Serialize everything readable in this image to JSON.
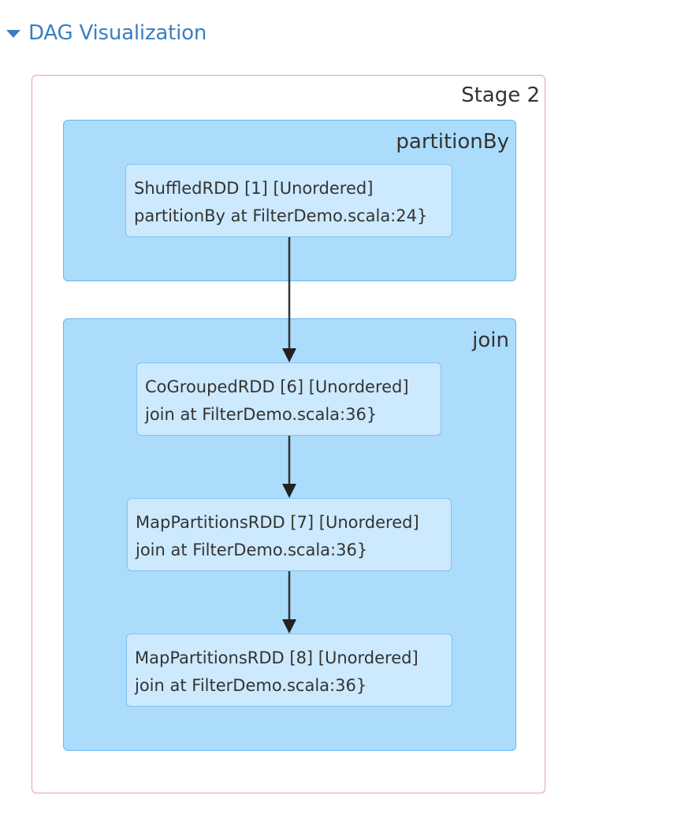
{
  "header": {
    "toggle_label": "DAG Visualization",
    "expanded": true
  },
  "stage": {
    "title": "Stage 2",
    "border_color": "#e8a0ab"
  },
  "clusters": [
    {
      "title": "partitionBy",
      "nodes": [
        {
          "line1": "ShuffledRDD [1] [Unordered]",
          "line2": "partitionBy at FilterDemo.scala:24}"
        }
      ]
    },
    {
      "title": "join",
      "nodes": [
        {
          "line1": "CoGroupedRDD [6] [Unordered]",
          "line2": "join at FilterDemo.scala:36}"
        },
        {
          "line1": "MapPartitionsRDD [7] [Unordered]",
          "line2": "join at FilterDemo.scala:36}"
        },
        {
          "line1": "MapPartitionsRDD [8] [Unordered]",
          "line2": "join at FilterDemo.scala:36}"
        }
      ]
    }
  ],
  "edges": [
    {
      "from": "ShuffledRDD [1]",
      "to": "CoGroupedRDD [6]"
    },
    {
      "from": "CoGroupedRDD [6]",
      "to": "MapPartitionsRDD [7]"
    },
    {
      "from": "MapPartitionsRDD [7]",
      "to": "MapPartitionsRDD [8]"
    }
  ],
  "colors": {
    "link": "#3a7fc1",
    "cluster_fill": "#acdcfb",
    "cluster_border": "#6ab7ee",
    "node_fill": "#cde9fd",
    "node_border": "#7fc2f2",
    "edge": "#333333"
  }
}
